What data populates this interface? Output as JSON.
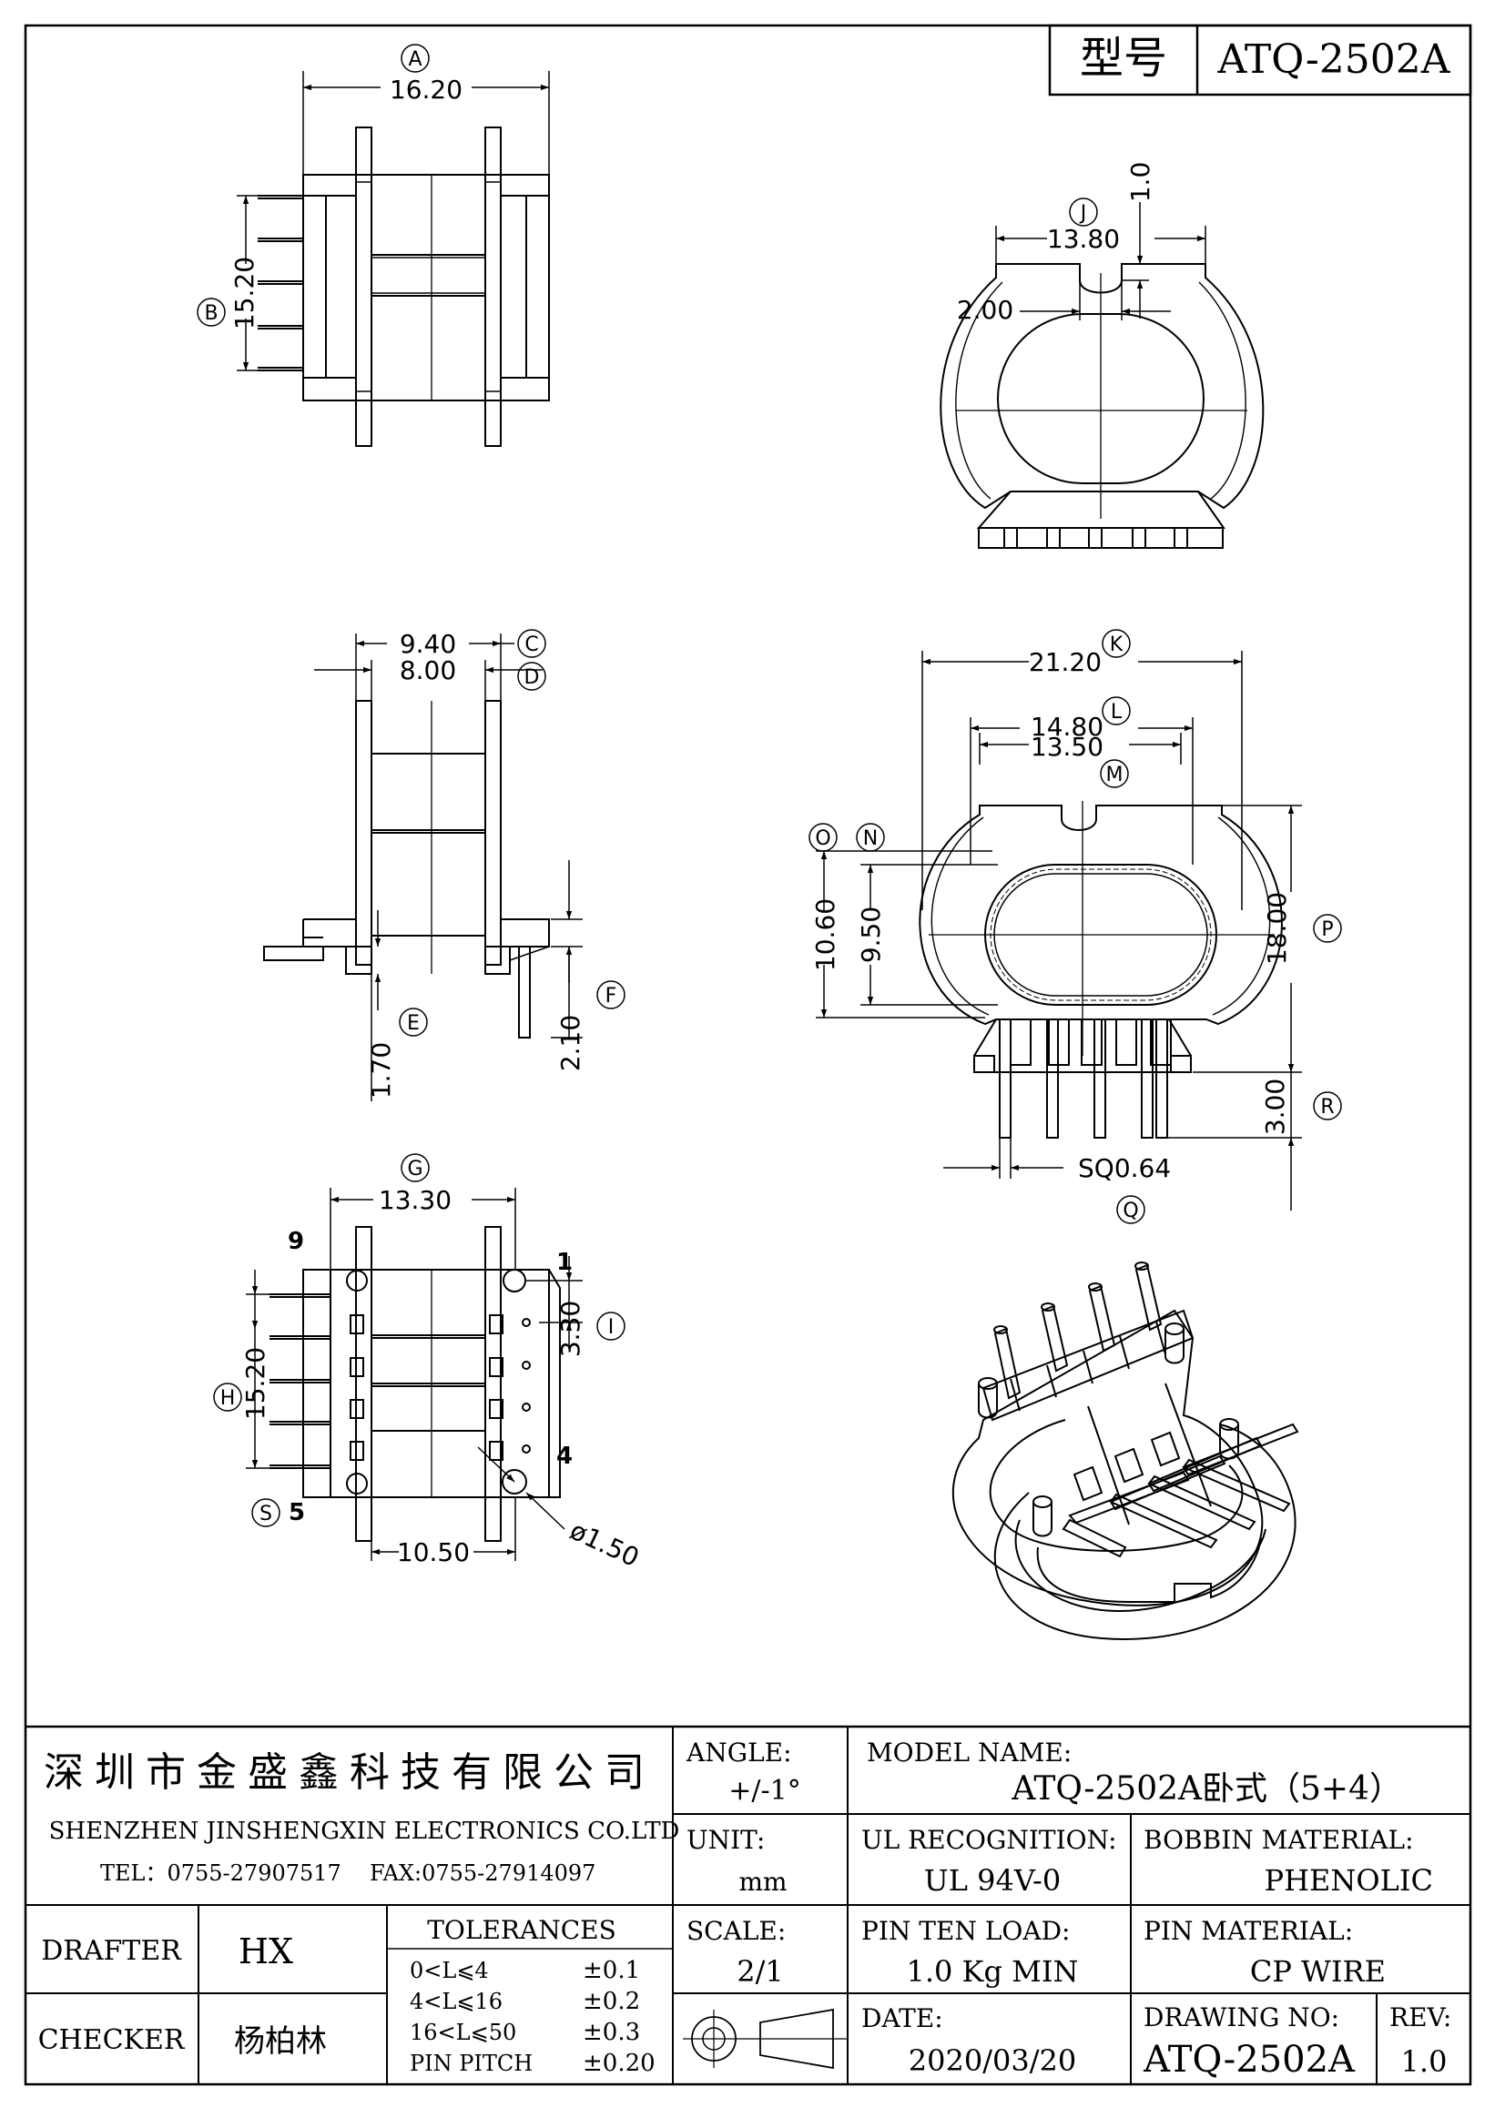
{
  "model_box": {
    "label": "型号",
    "value": "ATQ-2502A"
  },
  "dims": {
    "A": {
      "letter": "A",
      "value": "16.20"
    },
    "B": {
      "letter": "B",
      "value": "15.20"
    },
    "J": {
      "letter": "J",
      "value": "13.80"
    },
    "notch_depth": "1.0",
    "notch_width": "2.00",
    "C": {
      "letter": "C",
      "value": "9.40"
    },
    "D": {
      "letter": "D",
      "value": "8.00"
    },
    "E": {
      "letter": "E",
      "value": "1.70"
    },
    "F": {
      "letter": "F",
      "value": "2.10"
    },
    "K": {
      "letter": "K",
      "value": "21.20"
    },
    "L": {
      "letter": "L",
      "value": "14.80"
    },
    "M": {
      "letter": "M",
      "value": "13.50"
    },
    "O": {
      "letter": "O",
      "value": "10.60"
    },
    "N": {
      "letter": "N",
      "value": "9.50"
    },
    "P": {
      "letter": "P",
      "value": "18.00"
    },
    "R": {
      "letter": "R",
      "value": "3.00"
    },
    "Q": {
      "letter": "Q",
      "value": "SQ0.64"
    },
    "G": {
      "letter": "G",
      "value": "13.30"
    },
    "I": {
      "letter": "I",
      "value": "3.30"
    },
    "H": {
      "letter": "H",
      "value": "15.20"
    },
    "S": {
      "letter": "S",
      "value": "5"
    },
    "bottom_span": "10.50",
    "hole_dia": "ø1.50"
  },
  "pins": {
    "p9": "9",
    "p1": "1",
    "p4": "4"
  },
  "title_block": {
    "company_cn": "深圳市金盛鑫科技有限公司",
    "company_en": "SHENZHEN JINSHENGXIN ELECTRONICS CO.LTD",
    "tel": "TEL：0755-27907517",
    "fax": "FAX:0755-27914097",
    "angle_label": "ANGLE:",
    "angle_value": "+/-1°",
    "model_name_label": "MODEL NAME:",
    "model_name_value": "ATQ-2502A卧式（5+4）",
    "unit_label": "UNIT:",
    "unit_value": "mm",
    "ul_label": "UL RECOGNITION:",
    "ul_value": "UL 94V-0",
    "bobbin_label": "BOBBIN MATERIAL:",
    "bobbin_value": "PHENOLIC",
    "drafter_label": "DRAFTER",
    "drafter_value": "HX",
    "tolerances_label": "TOLERANCES",
    "tol_rows": [
      {
        "range": "0<L⩽4",
        "tol": "±0.1"
      },
      {
        "range": "4<L⩽16",
        "tol": "±0.2"
      },
      {
        "range": "16<L⩽50",
        "tol": "±0.3"
      },
      {
        "range": "PIN PITCH",
        "tol": "±0.20"
      }
    ],
    "scale_label": "SCALE:",
    "scale_value": "2/1",
    "pin_load_label": "PIN TEN LOAD:",
    "pin_load_value": "1.0 Kg MIN",
    "pin_material_label": "PIN MATERIAL:",
    "pin_material_value": "CP WIRE",
    "checker_label": "CHECKER",
    "checker_value": "杨柏林",
    "date_label": "DATE:",
    "date_value": "2020/03/20",
    "drawing_no_label": "DRAWING NO:",
    "drawing_no_value": "ATQ-2502A",
    "rev_label": "REV:",
    "rev_value": "1.0"
  }
}
